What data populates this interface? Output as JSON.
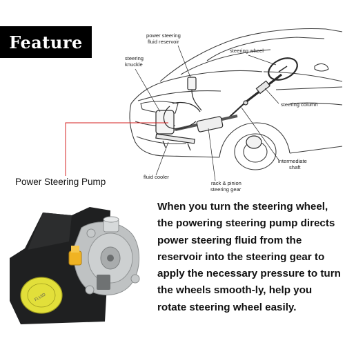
{
  "badge": {
    "text": "Feature"
  },
  "labels": {
    "reservoir_line1": "power steering",
    "reservoir_line2": "fluid reservoir",
    "knuckle_line1": "steering",
    "knuckle_line2": "knuckle",
    "steering_wheel": "steering wheel",
    "steering_column": "steering column",
    "intermediate_line1": "intermediate",
    "intermediate_line2": "shaft",
    "fluid_cooler": "fluid cooler",
    "rack_line1": "rack & pinion",
    "rack_line2": "steering gear"
  },
  "pump_label": "Power Steering Pump",
  "description": "When you turn the steering wheel, the powering steering pump directs power steering fluid from the reservoir into the steering gear to apply the necessary pressure to turn the wheels smooth-ly, help you rotate steering wheel easily.",
  "colors": {
    "pointer_red": "#d62020",
    "badge_bg": "#000000",
    "pump_cap": "#e2df3a",
    "pump_body": "#bfc2c3",
    "pump_fitting": "#f0b323"
  }
}
